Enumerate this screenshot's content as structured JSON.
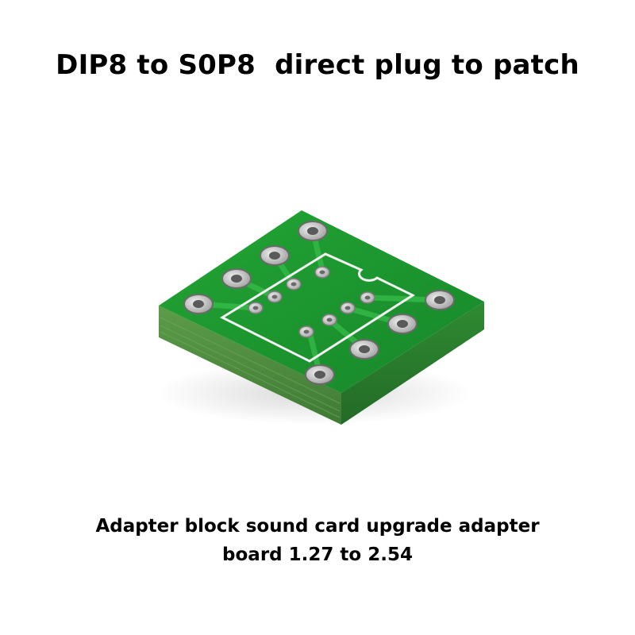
{
  "headline": "DIP8 to S0P8  direct plug to patch",
  "caption": {
    "line1": "Adapter block sound card upgrade adapter",
    "line2": "board 1.27 to 2.54"
  },
  "colors": {
    "background": "#ffffff",
    "text": "#000000",
    "pcb_top": "#1f9a2c",
    "pcb_side": "#4f8f3f",
    "silkscreen": "#f2f2f2",
    "pad": "#c9c9c9"
  },
  "product_image": "dip8-to-sop8-adapter-pcb"
}
